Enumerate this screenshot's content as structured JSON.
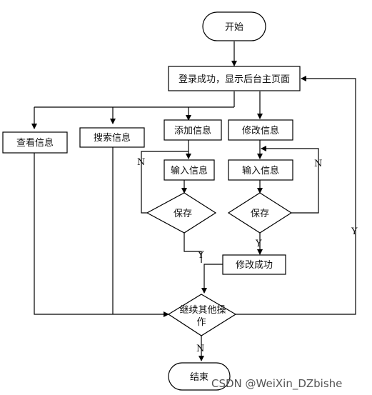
{
  "nodes": {
    "start": "开始",
    "login": "登录成功，显示后台主页面",
    "view": "查看信息",
    "search": "搜索信息",
    "add": "添加信息",
    "edit": "修改信息",
    "input_add": "输入信息",
    "input_edit": "输入信息",
    "save_add": "保存",
    "save_edit": "保存",
    "edit_success": "修改成功",
    "continue_line1": "继续其他操",
    "continue_line2": "作",
    "end": "结束"
  },
  "labels": {
    "n_add": "N",
    "n_edit": "N",
    "y_add": "Y",
    "y_edit": "Y",
    "y_continue": "Y",
    "n_continue": "N"
  },
  "watermark": "CSDN @WeiXin_DZbishe"
}
